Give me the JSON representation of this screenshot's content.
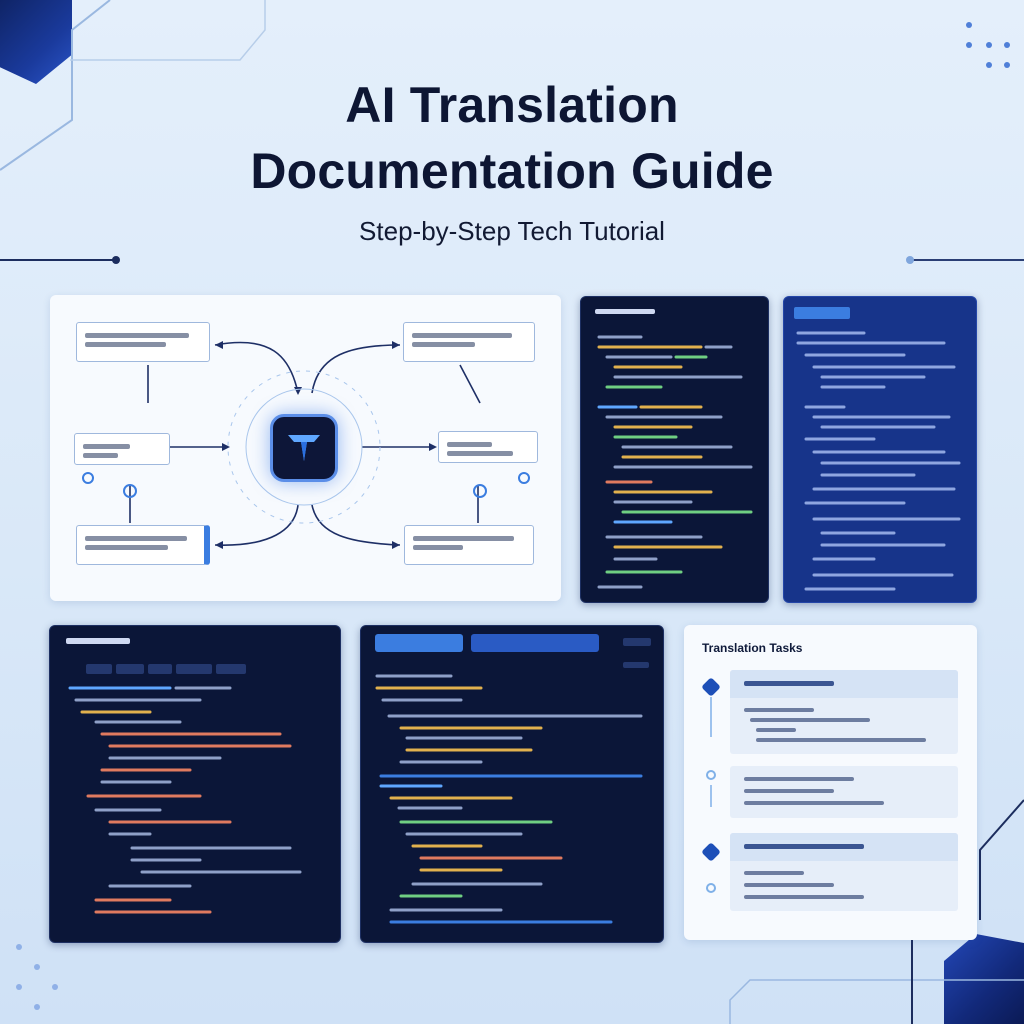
{
  "header": {
    "title_line1": "AI Translation",
    "title_line2": "Documentation Guide",
    "subtitle": "Step-by-Step Tech Tutorial"
  },
  "panels": {
    "translation_card_title": "Translation Tasks"
  },
  "colors": {
    "background": "#dbe8f8",
    "navy": "#0b1638",
    "royal_blue": "#17348a",
    "accent_blue": "#3b7de0"
  },
  "icons": {
    "hub": "ai-translation-logo-icon"
  }
}
